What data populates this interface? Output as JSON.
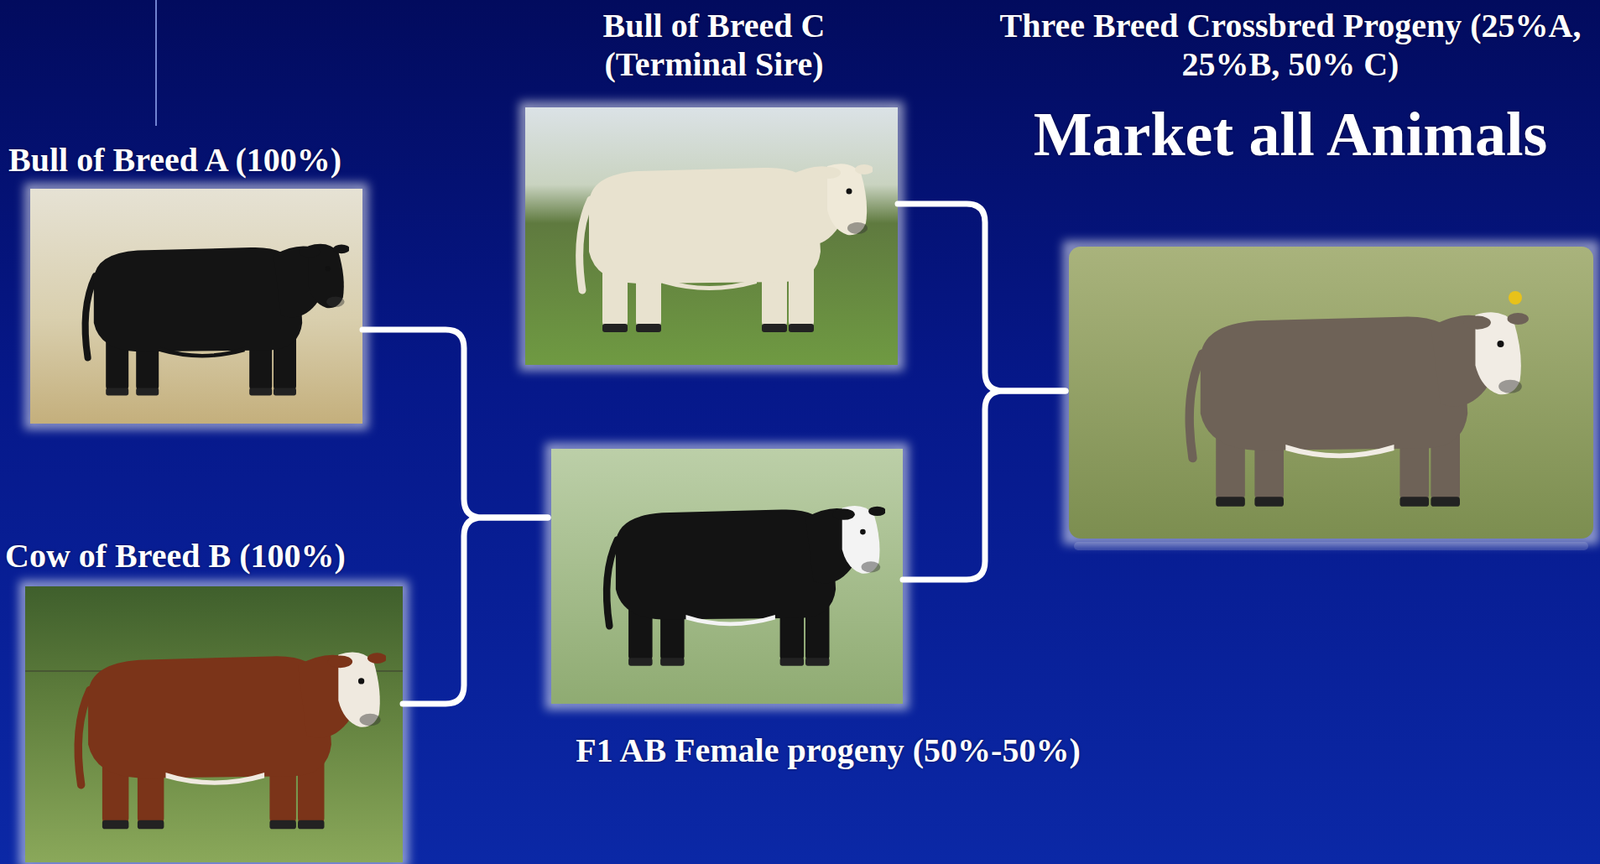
{
  "diagram": {
    "nodes": [
      {
        "text": [
          "Bull of Breed A (100%)"
        ]
      },
      {
        "text": [
          "Cow of Breed B (100%)"
        ]
      },
      {
        "text": [
          "Bull of Breed C (Terminal Sire)"
        ]
      },
      {
        "text": [
          "F1 AB Female progeny (50%-50%)"
        ]
      },
      {
        "text": [
          "Three Breed Crossbred Progeny (25%A, 25%B, 50% C)",
          "Market all Animals"
        ]
      }
    ],
    "edges": [
      {
        "from": 0,
        "to": 3,
        "arrow": "none"
      },
      {
        "from": 1,
        "to": 3,
        "arrow": "none"
      },
      {
        "from": 2,
        "to": 4,
        "arrow": "none"
      },
      {
        "from": 3,
        "to": 4,
        "arrow": "none"
      }
    ]
  }
}
